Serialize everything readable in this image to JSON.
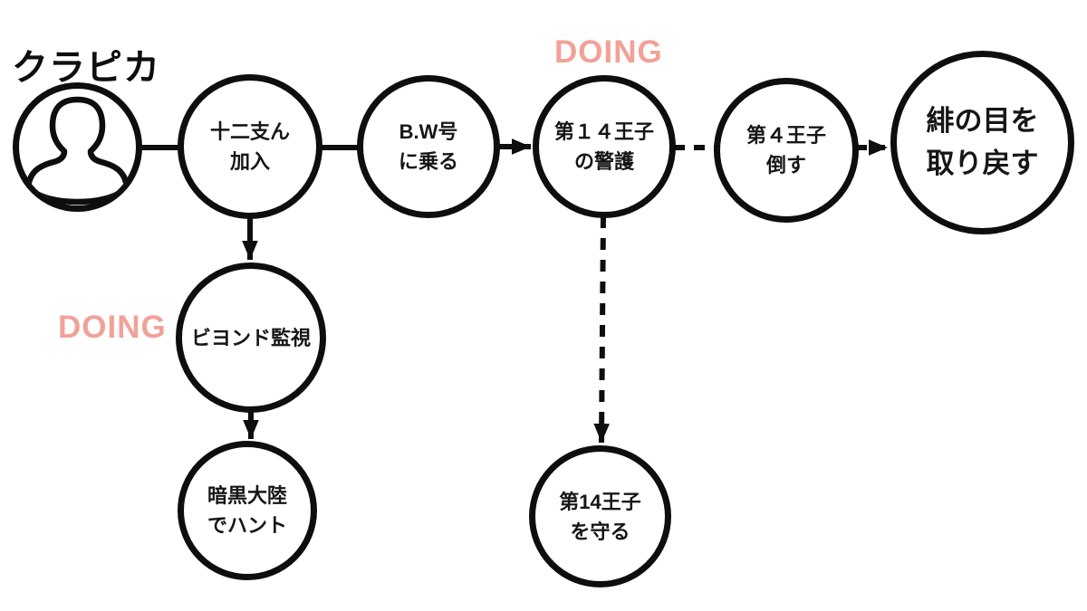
{
  "title": "クラピカ",
  "labels": {
    "doing_guard": "DOING",
    "doing_beyond": "DOING"
  },
  "nodes": {
    "join_zodiacs": {
      "line1": "十二支ん",
      "line2": "加入"
    },
    "board_bw_ship": {
      "line1": "B.W号",
      "line2": "に乗る"
    },
    "guard_14th_prince": {
      "line1": "第１４王子",
      "line2": "の警護"
    },
    "defeat_4th_prince": {
      "line1": "第４王子",
      "line2": "倒す"
    },
    "reclaim_scarlet_eyes": {
      "line1": "緋の目を",
      "line2": "取り戻す"
    },
    "monitor_beyond": {
      "line1": "ビヨンド監視"
    },
    "hunt_dark_continent": {
      "line1": "暗黒大陸",
      "line2": "でハント"
    },
    "protect_14th_prince": {
      "line1": "第14王子",
      "line2": "を守る"
    }
  },
  "colors": {
    "ink": "#0e0e0e",
    "accent": "#F1A298",
    "background": "#ffffff"
  }
}
